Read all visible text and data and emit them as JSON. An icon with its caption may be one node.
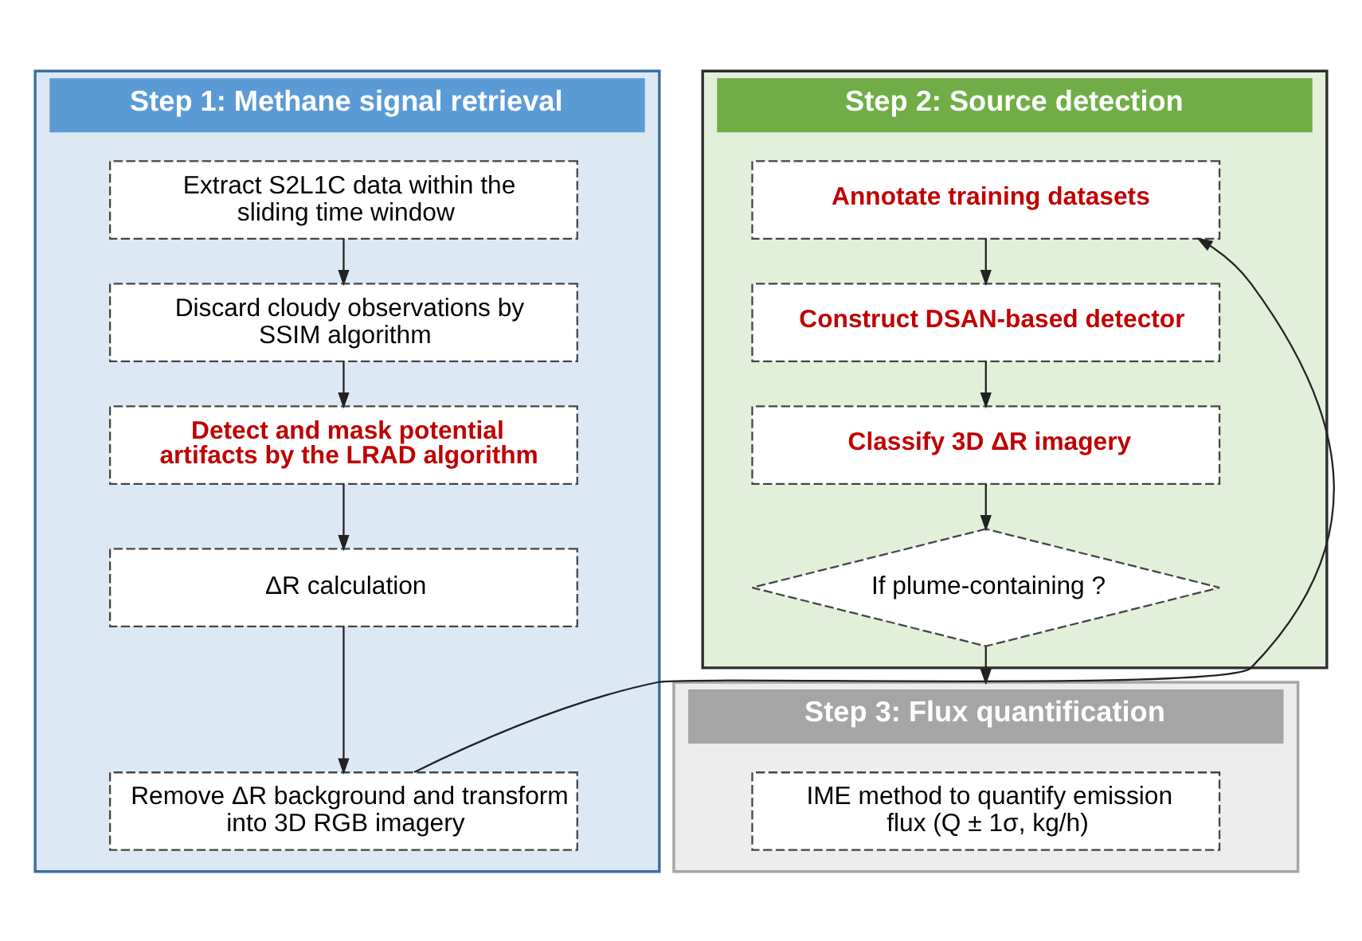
{
  "diagram": {
    "nodes": [
      {
        "text": [
          "Step 1: Methane signal retrieval"
        ]
      },
      {
        "text": [
          "Extract S2L1C data within the sliding time window"
        ],
        "in": 0
      },
      {
        "text": [
          "Discard cloudy observations by SSIM algorithm"
        ],
        "in": 0
      },
      {
        "text": [
          "Detect and mask potential artifacts by the LRAD algorithm"
        ],
        "in": 0
      },
      {
        "text": [
          "ΔR calculation"
        ],
        "in": 0
      },
      {
        "text": [
          "Remove ΔR background and transform into 3D RGB imagery"
        ],
        "in": 0
      },
      {
        "text": [
          "Step 2: Source detection"
        ]
      },
      {
        "text": [
          "Annotate training datasets"
        ],
        "in": 6
      },
      {
        "text": [
          "Construct DSAN-based detector"
        ],
        "in": 6
      },
      {
        "text": [
          "Classify 3D ΔR imagery"
        ],
        "in": 6
      },
      {
        "text": [
          "If plume-containing ?"
        ],
        "in": 6
      },
      {
        "text": [
          "Step 3: Flux quantification"
        ]
      },
      {
        "text": [
          "IME method to quantify emission flux (Q ± 1σ, kg/h)"
        ],
        "in": 11
      }
    ],
    "edges": [
      {
        "from": 1,
        "to": 2,
        "arrow": "to"
      },
      {
        "from": 2,
        "to": 3,
        "arrow": "to"
      },
      {
        "from": 3,
        "to": 4,
        "arrow": "to"
      },
      {
        "from": 4,
        "to": 5,
        "arrow": "to"
      },
      {
        "from": 5,
        "to": 7,
        "arrow": "to"
      },
      {
        "from": 7,
        "to": 8,
        "arrow": "to"
      },
      {
        "from": 8,
        "to": 9,
        "arrow": "to"
      },
      {
        "from": 9,
        "to": 10,
        "arrow": "to"
      },
      {
        "from": 10,
        "to": 11,
        "arrow": "to"
      }
    ]
  }
}
